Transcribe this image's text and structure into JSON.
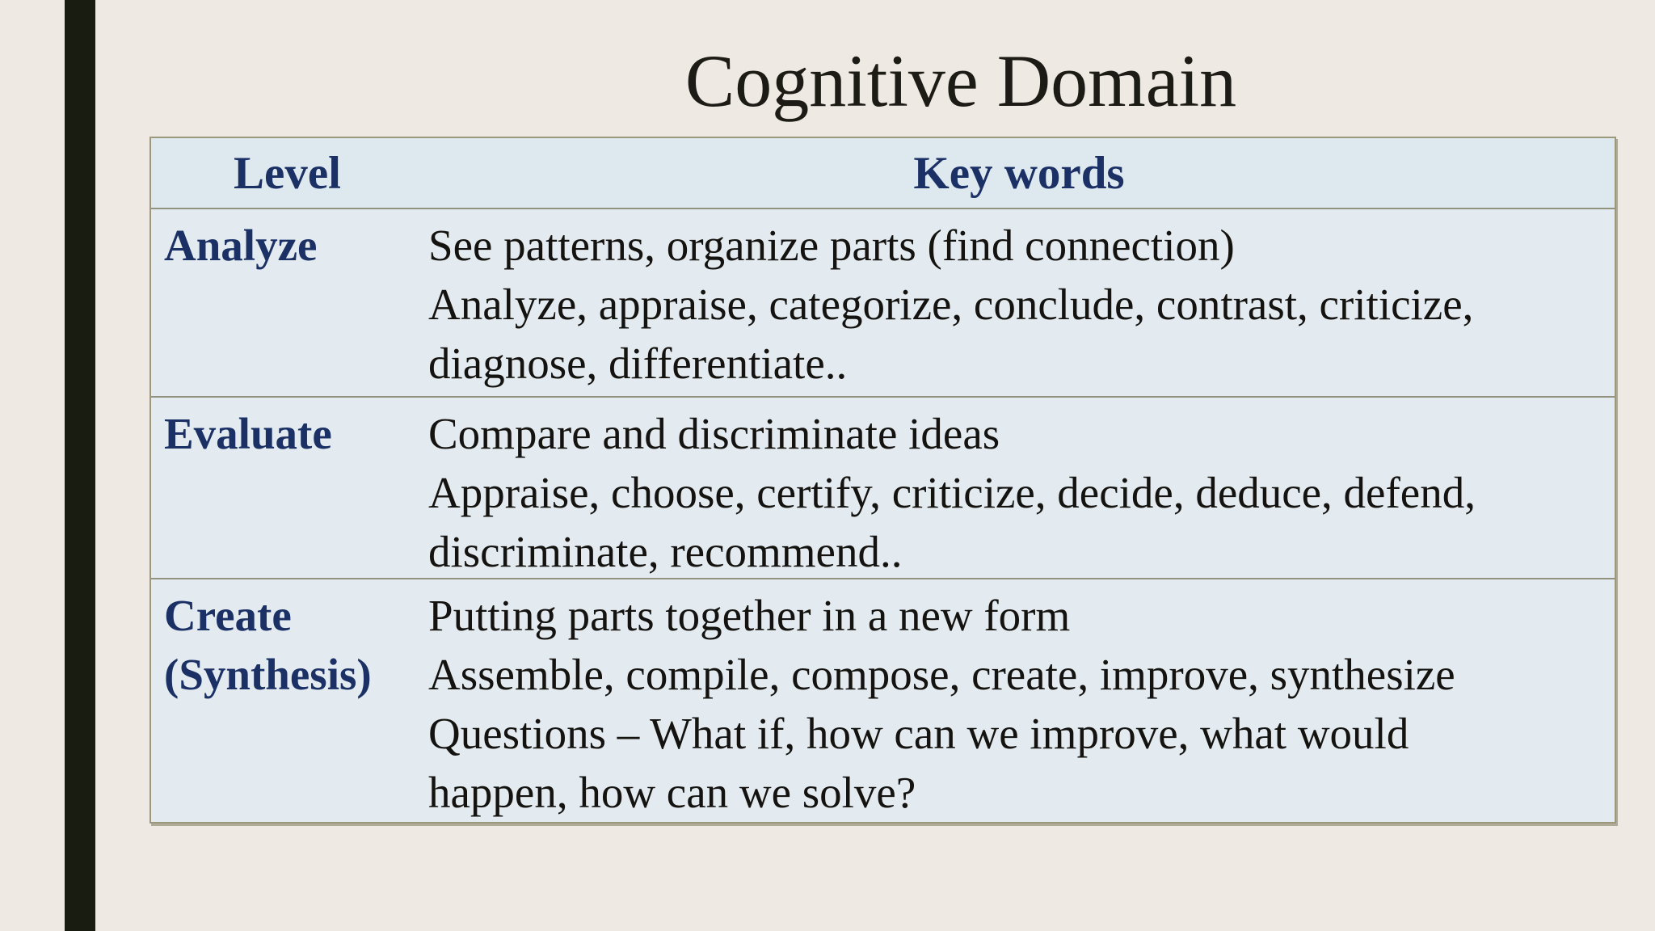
{
  "slide": {
    "title": "Cognitive Domain"
  },
  "colors": {
    "background": "#eee9e2",
    "accent_bar": "#191c10",
    "table_bg": "#e3eaf0",
    "header_bg": "#dde8ef",
    "border_outer": "#9c987c",
    "border_inner": "#92937e",
    "heading_navy": "#1b3166",
    "body_text": "#141310",
    "title_text": "#1d1b16"
  },
  "table": {
    "header": {
      "level": "Level",
      "keywords": "Key words"
    },
    "rows": [
      {
        "label_lines": [
          "Analyze"
        ],
        "text_lines": [
          "See patterns, organize parts (find connection)",
          "Analyze, appraise, categorize, conclude, contrast, criticize,",
          "diagnose, differentiate.."
        ]
      },
      {
        "label_lines": [
          "Evaluate"
        ],
        "text_lines": [
          "Compare and discriminate ideas",
          "Appraise, choose, certify, criticize, decide, deduce, defend,",
          "discriminate, recommend.."
        ]
      },
      {
        "label_lines": [
          "Create",
          "(Synthesis)"
        ],
        "text_lines": [
          "Putting parts together in a new form",
          "Assemble, compile, compose, create, improve, synthesize",
          "Questions – What if, how can we improve, what would",
          "happen, how can we solve?"
        ]
      }
    ]
  }
}
